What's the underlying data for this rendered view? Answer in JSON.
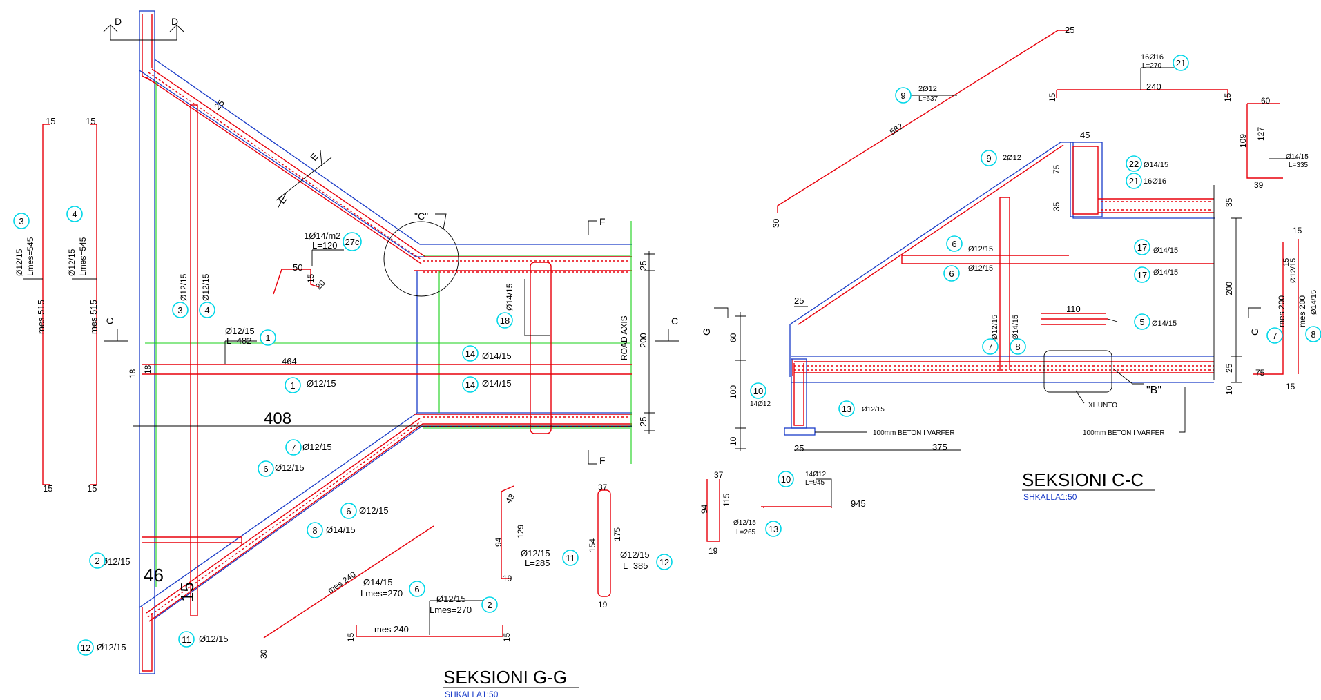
{
  "sections": {
    "gg": {
      "title": "SEKSIONI G-G",
      "scale": "SHKALLA1:50"
    },
    "cc": {
      "title": "SEKSIONI C-C",
      "scale": "SHKALLA1:50"
    }
  },
  "left": {
    "cut_d": "D",
    "cut_e": "E",
    "cut_c": "C",
    "cut_f": "F",
    "detail_c": "\"C\"",
    "road_axis": "ROAD AXIS",
    "n15": "15",
    "n25": "25",
    "n18": "18",
    "n46": "46",
    "n50": "50",
    "n20": "20",
    "n200": "200",
    "n408": "408",
    "n464": "464",
    "n43": "43",
    "n94": "94",
    "n129": "129",
    "n19": "19",
    "n37": "37",
    "n154": "154",
    "n175": "175",
    "n30": "30",
    "mes515": "mes 515",
    "mes240": "mes 240",
    "d12_15": "Ø12/15",
    "d14_15": "Ø14/15",
    "lmes545": "Lmes=545",
    "lmes270": "Lmes=270",
    "l482": "L=482",
    "l285": "L=285",
    "l385": "L=385",
    "l120": "L=120",
    "s27": "1Ø14/m2",
    "b1": "1",
    "b2": "2",
    "b3": "3",
    "b4": "4",
    "b6": "6",
    "b7": "7",
    "b8": "8",
    "b11": "11",
    "b12": "12",
    "b14": "14",
    "b18": "18",
    "b27": "27c"
  },
  "right": {
    "cut_g": "G",
    "detail_b": "\"B\"",
    "xhunto": "XHUNTO",
    "beton": "100mm BETON I VARFER",
    "n25": "25",
    "n30": "30",
    "n15": "15",
    "n45": "45",
    "n75": "75",
    "n35": "35",
    "n60": "60",
    "n100": "100",
    "n10": "10",
    "n110": "110",
    "n200": "200",
    "n240": "240",
    "n375": "375",
    "n582": "582",
    "n945": "945",
    "n37": "37",
    "n94": "94",
    "n115": "115",
    "n19": "19",
    "n109": "109",
    "n127": "127",
    "n39": "39",
    "mes200": "mes 200",
    "d12": "2Ø12",
    "d16": "16Ø16",
    "d12_15": "Ø12/15",
    "d14_15": "Ø14/15",
    "d14_12": "14Ø12",
    "l637": "L=637",
    "l270": "L=270",
    "l945": "L=945",
    "l265": "L=265",
    "l335": "L=335",
    "b5": "5",
    "b6": "6",
    "b7": "7",
    "b8": "8",
    "b9": "9",
    "b10": "10",
    "b13": "13",
    "b17": "17",
    "b21": "21",
    "b22": "22"
  }
}
